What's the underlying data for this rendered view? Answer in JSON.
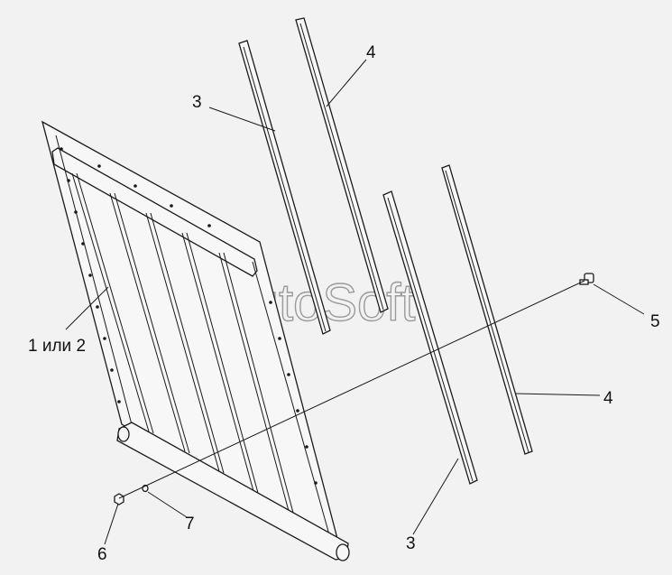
{
  "watermark": "AutoSoft",
  "labels": {
    "panel": "1 или 2",
    "strip_a_top": "3",
    "strip_b_top": "4",
    "strip_a_bottom": "3",
    "strip_b_bottom": "4",
    "bolt": "5",
    "nut": "6",
    "washer": "7"
  }
}
